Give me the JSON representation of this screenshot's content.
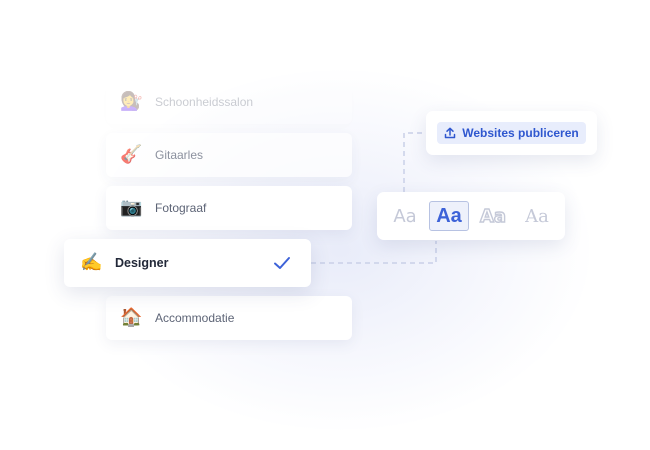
{
  "categories": [
    {
      "label": "Schoonheidssalon",
      "icon": "woman-getting-haircut-icon",
      "glyph": "💇‍♀️"
    },
    {
      "label": "Gitaarles",
      "icon": "guitar-icon",
      "glyph": "🎸"
    },
    {
      "label": "Fotograaf",
      "icon": "camera-icon",
      "glyph": "📷"
    },
    {
      "label": "Designer",
      "icon": "writing-hand-icon",
      "glyph": "✍️",
      "selected": true
    },
    {
      "label": "Accommodatie",
      "icon": "house-icon",
      "glyph": "🏠"
    }
  ],
  "fonts": {
    "options": [
      "Aa",
      "Aa",
      "Aa",
      "Aa"
    ],
    "selected_index": 1
  },
  "publish": {
    "label": "Websites publiceren",
    "icon": "upload-icon"
  },
  "colors": {
    "accent": "#3d62d8",
    "button_bg": "#e8edfc",
    "connector": "#c9d0e8",
    "muted_text": "#5d6476"
  }
}
